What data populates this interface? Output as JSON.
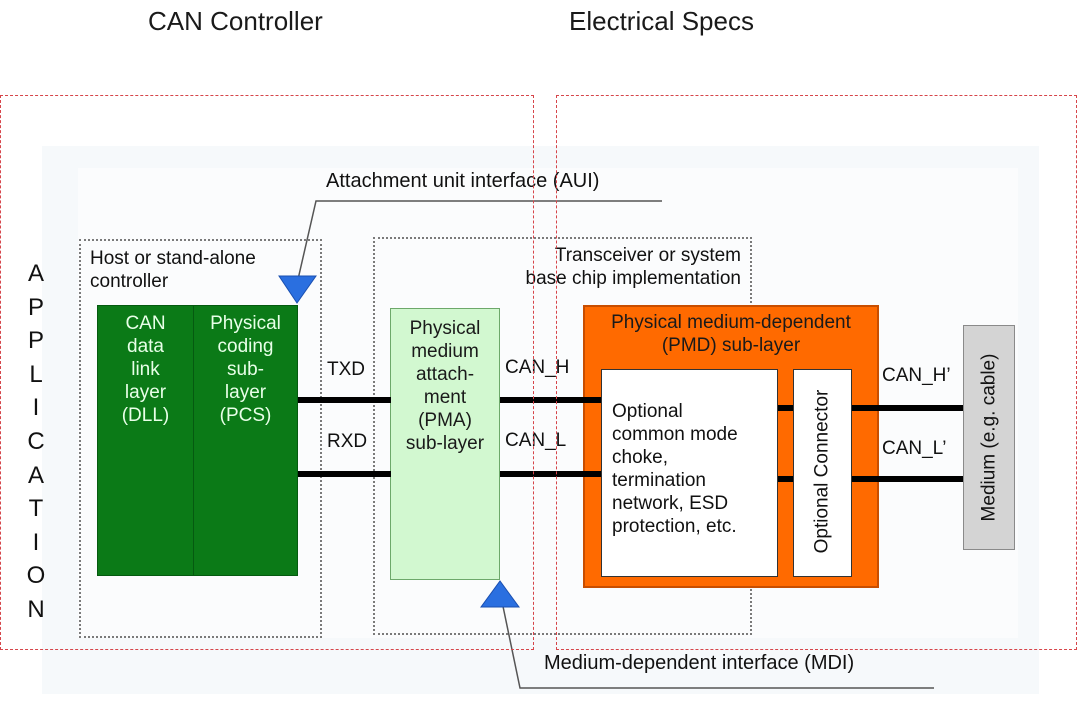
{
  "headings": {
    "can_controller": "CAN Controller",
    "electrical_specs": "Electrical Specs"
  },
  "side_label": {
    "letters": [
      "A",
      "P",
      "P",
      "L",
      "I",
      "C",
      "A",
      "T",
      "I",
      "O",
      "N"
    ]
  },
  "diagram": {
    "aui_label": "Attachment unit interface (AUI)",
    "mdi_label": "Medium-dependent interface (MDI)",
    "host_box_label_1": "Host or stand-alone",
    "host_box_label_2": "controller",
    "transceiver_label_1": "Transceiver or system",
    "transceiver_label_2": "base chip implementation",
    "dll": [
      "CAN",
      "data",
      "link",
      "layer",
      "(DLL)"
    ],
    "pcs": [
      "Physical",
      "coding",
      "sub-",
      "layer",
      "(PCS)"
    ],
    "pma": [
      "Physical",
      "medium",
      "attach-",
      "ment",
      "(PMA)",
      "sub-layer"
    ],
    "pmd_title_1": "Physical medium-dependent",
    "pmd_title_2": "(PMD) sub-layer",
    "optional_block": [
      "Optional",
      "common mode",
      "choke,",
      "termination",
      "network, ESD",
      "protection, etc."
    ],
    "optional_connector": "Optional Connector",
    "medium": "Medium (e.g. cable)",
    "signals": {
      "txd": "TXD",
      "rxd": "RXD",
      "can_h": "CAN_H",
      "can_l": "CAN_L",
      "can_h_prime": "CAN_H’",
      "can_l_prime": "CAN_L’"
    }
  },
  "colors": {
    "dark_green": "#0b7a17",
    "light_green": "#d2f8d0",
    "orange": "#ff6a00",
    "triangle_blue": "#2a6fe0",
    "dashed_red": "#d6454a",
    "medium_grey": "#d4d4d4"
  }
}
